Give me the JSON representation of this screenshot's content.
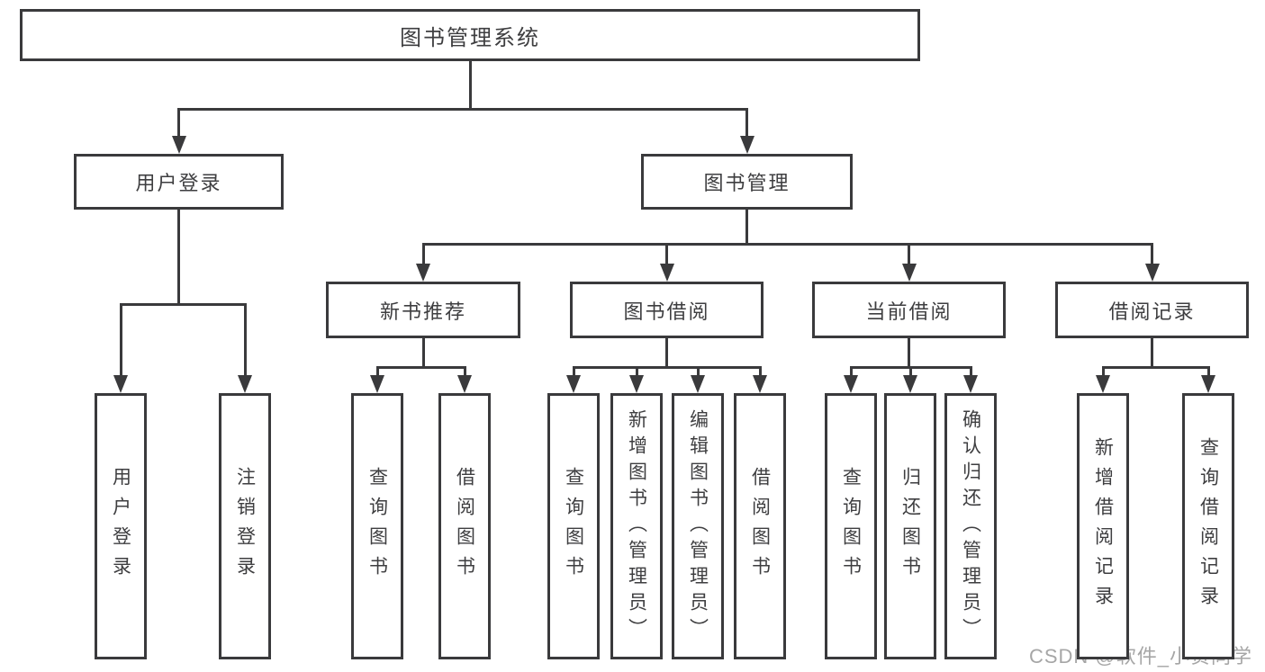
{
  "watermark": "CSDN @软件_小贺同学",
  "colors": {
    "line": "#3a3a3c",
    "text": "#3e3e40",
    "watermark": "#a6a6a6",
    "background": "#ffffff"
  },
  "diagram_title": "图书管理系统",
  "nodes": [
    {
      "id": "root",
      "label": "图书管理系统",
      "parent": null
    },
    {
      "id": "user-login",
      "label": "用户登录",
      "parent": "root"
    },
    {
      "id": "book-management",
      "label": "图书管理",
      "parent": "root"
    },
    {
      "id": "new-book-recommend",
      "label": "新书推荐",
      "parent": "book-management"
    },
    {
      "id": "book-borrow",
      "label": "图书借阅",
      "parent": "book-management"
    },
    {
      "id": "current-borrow",
      "label": "当前借阅",
      "parent": "book-management"
    },
    {
      "id": "borrow-record",
      "label": "借阅记录",
      "parent": "book-management"
    },
    {
      "id": "leaf-user-login",
      "label": "用户登录",
      "parent": "user-login"
    },
    {
      "id": "leaf-logout",
      "label": "注销登录",
      "parent": "user-login"
    },
    {
      "id": "leaf-query-books-recommend",
      "label": "查询图书",
      "parent": "new-book-recommend"
    },
    {
      "id": "leaf-borrow-books-recommend",
      "label": "借阅图书",
      "parent": "new-book-recommend"
    },
    {
      "id": "leaf-query-books-borrow",
      "label": "查询图书",
      "parent": "book-borrow"
    },
    {
      "id": "leaf-add-books-admin",
      "label": "新增图书（管理员）",
      "parent": "book-borrow"
    },
    {
      "id": "leaf-edit-books-admin",
      "label": "编辑图书（管理员）",
      "parent": "book-borrow"
    },
    {
      "id": "leaf-borrow-books",
      "label": "借阅图书",
      "parent": "book-borrow"
    },
    {
      "id": "leaf-query-books-current",
      "label": "查询图书",
      "parent": "current-borrow"
    },
    {
      "id": "leaf-return-books",
      "label": "归还图书",
      "parent": "current-borrow"
    },
    {
      "id": "leaf-confirm-return-admin",
      "label": "确认归还（管理员）",
      "parent": "current-borrow"
    },
    {
      "id": "leaf-add-borrow-record",
      "label": "新增借阅记录",
      "parent": "borrow-record"
    },
    {
      "id": "leaf-query-borrow-record",
      "label": "查询借阅记录",
      "parent": "borrow-record"
    }
  ]
}
